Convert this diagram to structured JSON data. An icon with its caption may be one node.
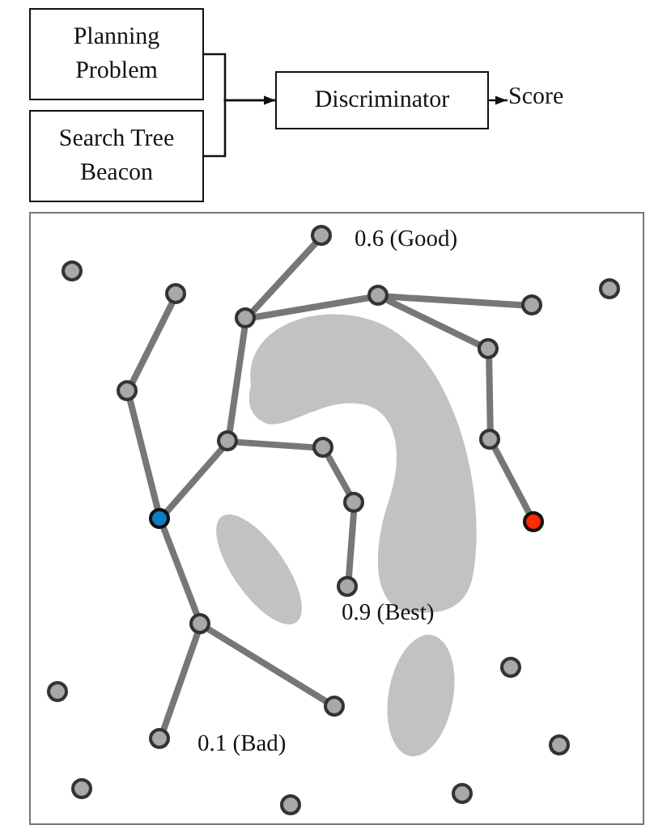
{
  "diagram": {
    "nodes": [
      {
        "text": [
          "Planning Problem"
        ]
      },
      {
        "text": [
          "Search Tree Beacon"
        ]
      },
      {
        "text": [
          "Discriminator"
        ]
      },
      {
        "text": [
          "Score"
        ]
      },
      {
        "text": [],
        "shape": "box"
      },
      {
        "text": [],
        "shape": "circle",
        "in": 4,
        "beside": [
          "0.6 (Good)"
        ]
      },
      {
        "text": [],
        "shape": "circle",
        "in": 4
      },
      {
        "text": [],
        "shape": "circle",
        "in": 4
      },
      {
        "text": [],
        "shape": "circle",
        "in": 4
      },
      {
        "text": [],
        "shape": "circle",
        "in": 4
      },
      {
        "text": [],
        "shape": "circle",
        "in": 4
      },
      {
        "text": [],
        "shape": "circle",
        "in": 4
      },
      {
        "text": [],
        "shape": "circle",
        "in": 4
      },
      {
        "text": [],
        "shape": "circle",
        "in": 4
      },
      {
        "text": [],
        "shape": "circle",
        "in": 4
      },
      {
        "text": [],
        "shape": "circle",
        "in": 4
      },
      {
        "text": [],
        "shape": "circle",
        "in": 4
      },
      {
        "text": [],
        "shape": "circle",
        "in": 4
      },
      {
        "text": [],
        "shape": "circle",
        "in": 4
      },
      {
        "text": [],
        "shape": "circle",
        "in": 4
      },
      {
        "text": [],
        "shape": "circle",
        "in": 4,
        "beside": [
          "0.9 (Best)"
        ]
      },
      {
        "text": [],
        "shape": "circle",
        "in": 4
      },
      {
        "text": [],
        "shape": "circle",
        "in": 4
      },
      {
        "text": [],
        "shape": "circle",
        "in": 4
      },
      {
        "text": [],
        "shape": "circle",
        "in": 4
      },
      {
        "text": [],
        "shape": "circle",
        "in": 4,
        "beside": [
          "0.1 (Bad)"
        ]
      },
      {
        "text": [],
        "shape": "circle",
        "in": 4
      },
      {
        "text": [],
        "shape": "circle",
        "in": 4
      },
      {
        "text": [],
        "shape": "circle",
        "in": 4
      },
      {
        "text": [],
        "shape": "circle",
        "in": 4
      }
    ],
    "edges": [
      {
        "from": 0,
        "to": 2,
        "arrow": "to",
        "color": "#111111"
      },
      {
        "from": 1,
        "to": 2,
        "arrow": "to",
        "color": "#111111"
      },
      {
        "from": 2,
        "to": 3,
        "arrow": "to",
        "color": "#111111"
      },
      {
        "from": 11,
        "to": 5,
        "arrow": "none"
      },
      {
        "from": 11,
        "to": 9,
        "arrow": "none"
      },
      {
        "from": 9,
        "to": 10,
        "arrow": "none"
      },
      {
        "from": 9,
        "to": 12,
        "arrow": "none"
      },
      {
        "from": 12,
        "to": 14,
        "arrow": "none"
      },
      {
        "from": 14,
        "to": 19,
        "arrow": "none"
      },
      {
        "from": 11,
        "to": 15,
        "arrow": "none"
      },
      {
        "from": 15,
        "to": 18,
        "arrow": "none"
      },
      {
        "from": 15,
        "to": 16,
        "arrow": "none"
      },
      {
        "from": 16,
        "to": 17,
        "arrow": "none"
      },
      {
        "from": 17,
        "to": 20,
        "arrow": "none"
      },
      {
        "from": 18,
        "to": 13,
        "arrow": "none"
      },
      {
        "from": 13,
        "to": 8,
        "arrow": "none"
      },
      {
        "from": 18,
        "to": 21,
        "arrow": "none"
      },
      {
        "from": 21,
        "to": 24,
        "arrow": "none"
      },
      {
        "from": 21,
        "to": 25,
        "arrow": "none"
      }
    ]
  }
}
